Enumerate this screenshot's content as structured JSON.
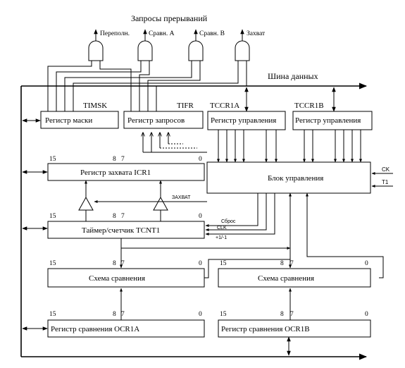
{
  "interrupts": {
    "title": "Запросы прерываний",
    "labels": [
      "Переполн.",
      "Сравн. А",
      "Сравн. В",
      "Захват"
    ]
  },
  "bus_label": "Шина данных",
  "registers": {
    "timsk_name": "TIMSK",
    "timsk_box": "Регистр маски",
    "tifr_name": "TIFR",
    "tifr_box": "Регистр запросов",
    "tccr1a_name": "TCCR1A",
    "tccr1a_box": "Регистр управления",
    "tccr1b_name": "TCCR1B",
    "tccr1b_box": "Регистр управления",
    "icr1_box": "Регистр захвата ICR1",
    "control_box": "Блок управления",
    "tcnt1_box": "Таймер/счетчик TCNT1",
    "cmp_a_box": "Схема сравнения",
    "cmp_b_box": "Схема сравнения",
    "ocr1a_box": "Регистр сравнения OCR1A",
    "ocr1b_box": "Регистр сравнения OCR1B"
  },
  "bits": {
    "b15": "15",
    "b8": "8",
    "b7": "7",
    "b0": "0"
  },
  "signals": {
    "capture": "ЗАХВАТ",
    "reset": "Сброс",
    "clk": "CLK",
    "updown": "+1/-1",
    "ck": "CK",
    "t1": "T1"
  }
}
